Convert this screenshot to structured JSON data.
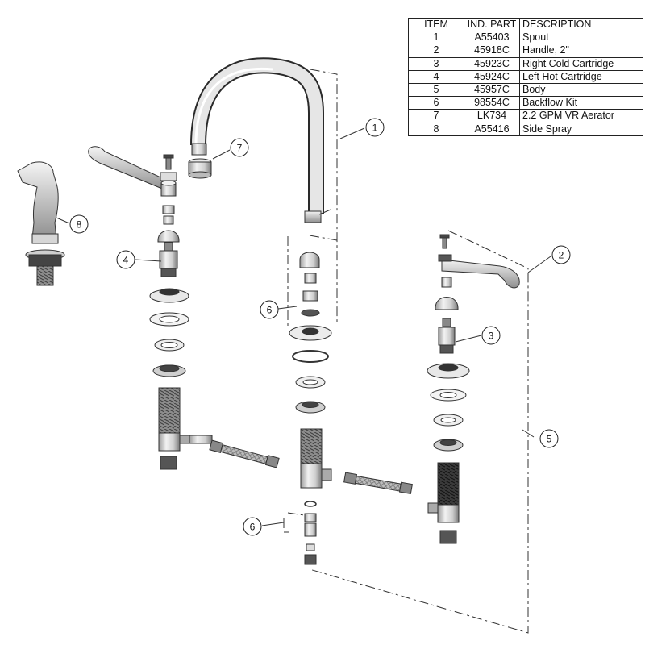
{
  "parts_table": {
    "headers": {
      "item": "ITEM",
      "part": "IND. PART",
      "description": "DESCRIPTION"
    },
    "rows": [
      {
        "item": "1",
        "part": "A55403",
        "description": "Spout"
      },
      {
        "item": "2",
        "part": "45918C",
        "description": "Handle, 2\""
      },
      {
        "item": "3",
        "part": "45923C",
        "description": "Right Cold Cartridge"
      },
      {
        "item": "4",
        "part": "45924C",
        "description": "Left Hot Cartridge"
      },
      {
        "item": "5",
        "part": "45957C",
        "description": "Body"
      },
      {
        "item": "6",
        "part": "98554C",
        "description": "Backflow Kit"
      },
      {
        "item": "7",
        "part": "LK734",
        "description": "2.2 GPM VR Aerator"
      },
      {
        "item": "8",
        "part": "A55416",
        "description": "Side Spray"
      }
    ]
  },
  "callouts": {
    "spout": "1",
    "handle": "2",
    "right_cartridge": "3",
    "left_cartridge": "4",
    "body": "5",
    "backflow_upper": "6",
    "backflow_lower": "6",
    "aerator": "7",
    "side_spray": "8"
  }
}
